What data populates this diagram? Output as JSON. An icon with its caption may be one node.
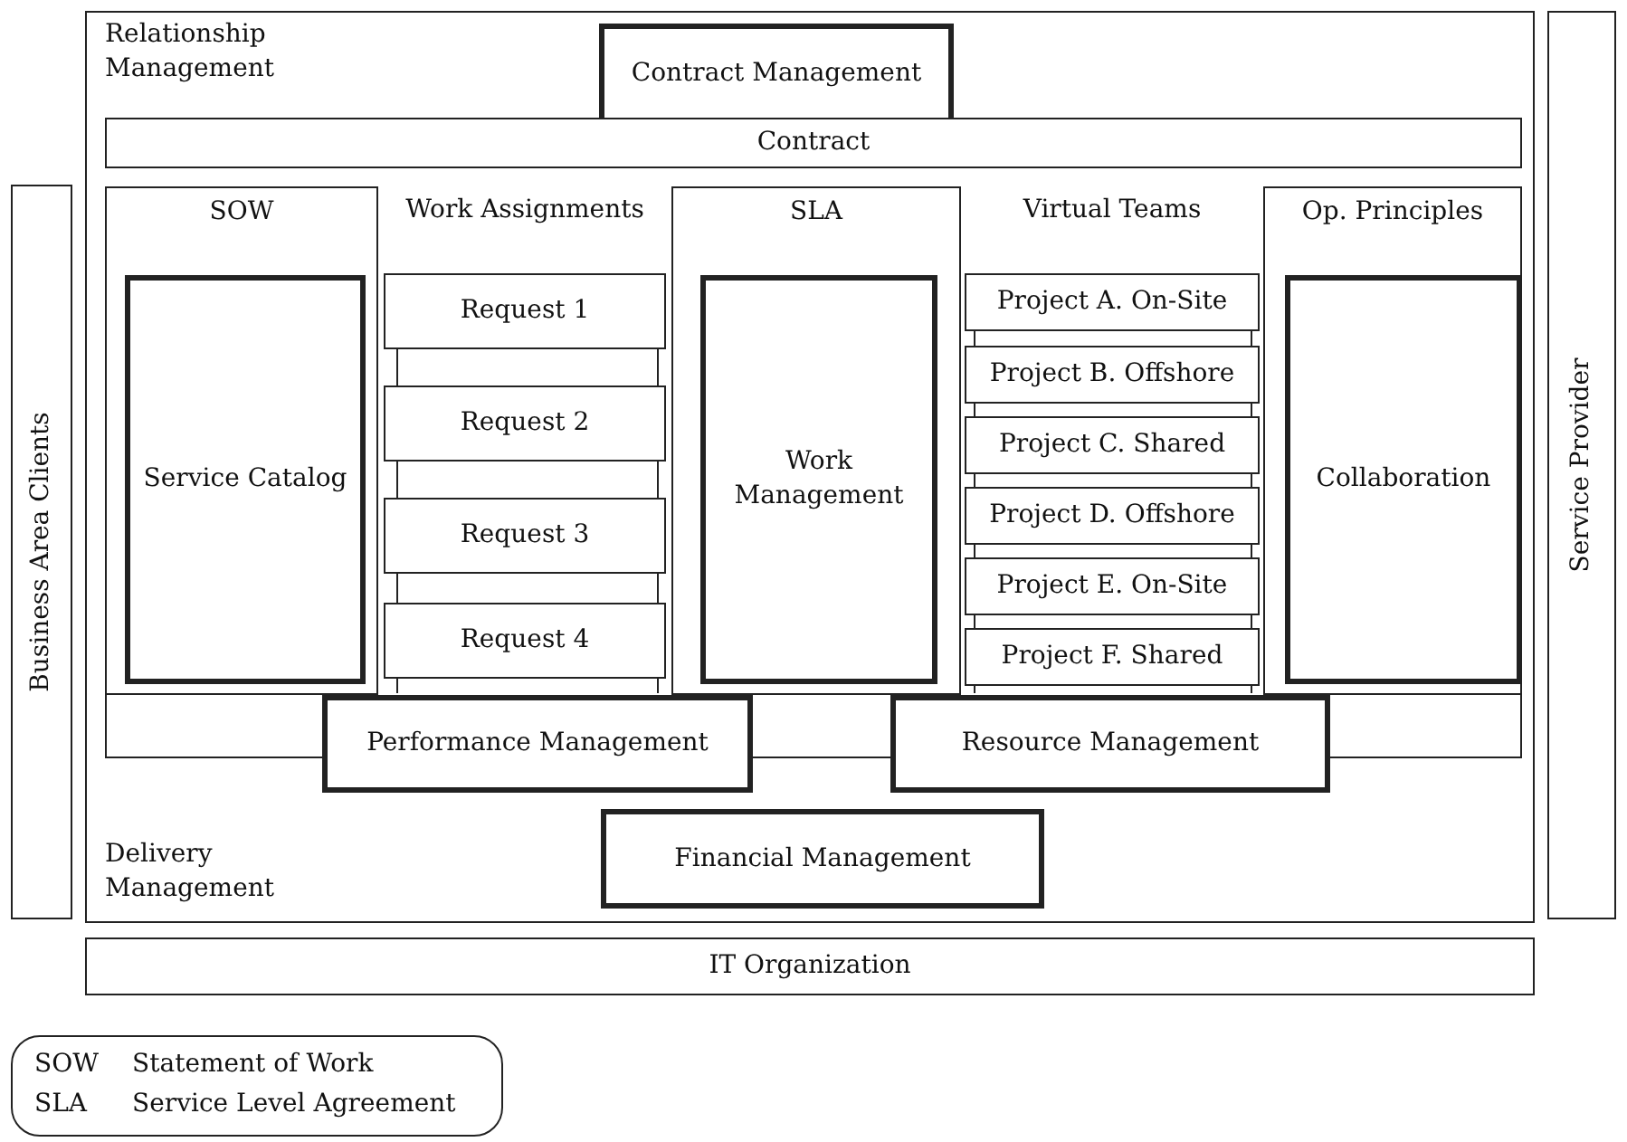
{
  "diagram": {
    "nodes": [
      {
        "text": [
          "Business Area Clients"
        ]
      },
      {
        "text": [
          "Service Provider"
        ]
      },
      {
        "text": [
          "Relationship Management",
          "Delivery Management"
        ]
      },
      {
        "text": [
          "Contract Management"
        ],
        "in": 2
      },
      {
        "text": [
          "Contract"
        ],
        "in": 2
      },
      {
        "text": [
          "SOW"
        ],
        "in": 2
      },
      {
        "text": [
          "Service Catalog"
        ],
        "in": 5
      },
      {
        "text": [
          "Work Assignments"
        ],
        "in": 2
      },
      {
        "text": [
          "Request 1"
        ],
        "in": 7
      },
      {
        "text": [
          "Request 2"
        ],
        "in": 7
      },
      {
        "text": [
          "Request 3"
        ],
        "in": 7
      },
      {
        "text": [
          "Request 4"
        ],
        "in": 7
      },
      {
        "text": [
          "SLA"
        ],
        "in": 2
      },
      {
        "text": [
          "Work Management"
        ],
        "in": 12
      },
      {
        "text": [
          "Virtual Teams"
        ],
        "in": 2
      },
      {
        "text": [
          "Project A. On-Site"
        ],
        "in": 14
      },
      {
        "text": [
          "Project B. Offshore"
        ],
        "in": 14
      },
      {
        "text": [
          "Project C. Shared"
        ],
        "in": 14
      },
      {
        "text": [
          "Project D. Offshore"
        ],
        "in": 14
      },
      {
        "text": [
          "Project E. On-Site"
        ],
        "in": 14
      },
      {
        "text": [
          "Project F. Shared"
        ],
        "in": 14
      },
      {
        "text": [
          "Op. Principles"
        ],
        "in": 2
      },
      {
        "text": [
          "Collaboration"
        ],
        "in": 21
      },
      {
        "text": [
          "Performance Management"
        ],
        "in": 2
      },
      {
        "text": [
          "Resource Management"
        ],
        "in": 2
      },
      {
        "text": [
          "Financial Management"
        ],
        "in": 2
      },
      {
        "text": [
          "IT Organization"
        ]
      }
    ],
    "edges": [],
    "labels": [
      "SOW",
      "Statement of Work",
      "SLA",
      "Service Level Agreement"
    ]
  }
}
